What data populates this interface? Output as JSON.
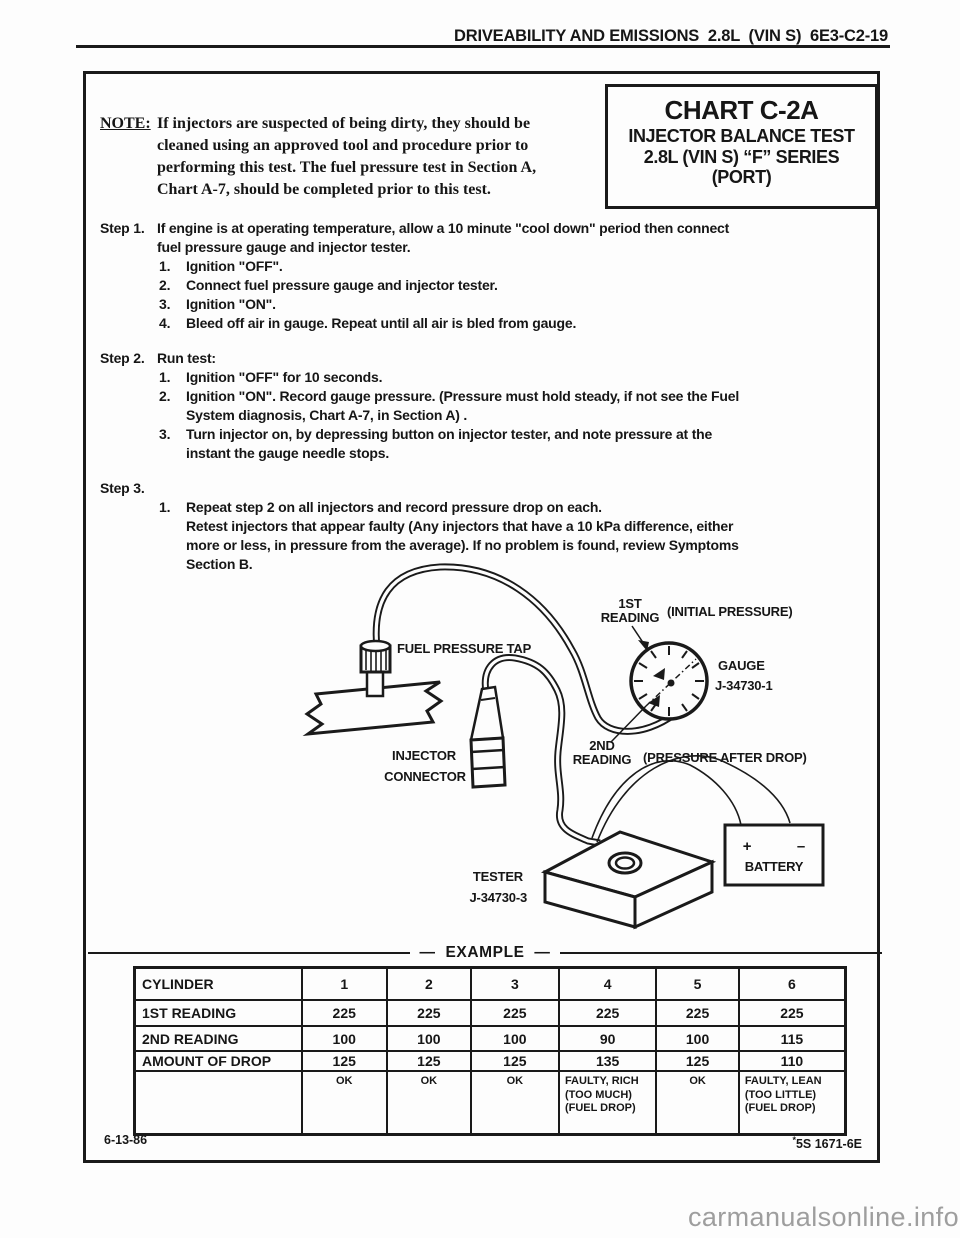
{
  "page": {
    "header_title": "DRIVEABILITY AND EMISSIONS  2.8L  (VIN S)  6E3-C2-19",
    "watermark": "carmanualsonline.info"
  },
  "chart_box": {
    "title": "CHART C-2A",
    "subtitle_line1": "INJECTOR BALANCE TEST",
    "subtitle_line2": "2.8L  (VIN S)  “F”  SERIES",
    "subtitle_line3": "(PORT)"
  },
  "note": {
    "label": "NOTE:",
    "text": "If injectors are suspected of being dirty, they should be\ncleaned using an approved tool and procedure prior to\nperforming this test.  The fuel pressure test in Section A,\nChart A-7,  should be completed prior to this test."
  },
  "steps": [
    {
      "label": "Step 1.",
      "intro": "If engine is at operating temperature, allow a 10 minute \"cool down\" period then connect\nfuel pressure gauge and injector tester.",
      "items": [
        {
          "num": "1.",
          "text": "Ignition \"OFF\"."
        },
        {
          "num": "2.",
          "text": "Connect fuel pressure gauge and injector  tester."
        },
        {
          "num": "3.",
          "text": "Ignition \"ON\"."
        },
        {
          "num": "4.",
          "text": "Bleed off air in gauge.  Repeat until all air is bled from gauge."
        }
      ]
    },
    {
      "label": "Step 2.",
      "intro": "Run test:",
      "items": [
        {
          "num": "1.",
          "text": "Ignition \"OFF\" for 10 seconds."
        },
        {
          "num": "2.",
          "text": "Ignition \"ON\".  Record gauge pressure.  (Pressure must hold steady, if not see the Fuel\nSystem diagnosis, Chart A-7, in Section A) ."
        },
        {
          "num": "3.",
          "text": "Turn  injector on,  by depressing button on injector tester, and note pressure at the\ninstant the gauge needle stops."
        }
      ]
    },
    {
      "label": "Step 3.",
      "intro": "",
      "items": [
        {
          "num": "1.",
          "text": "Repeat step 2 on all injectors and record pressure drop on each.\nRetest injectors that appear faulty (Any injectors that have a 10 kPa difference, either\nmore or less, in pressure from the average).  If no problem is found, review Symptoms\nSection B."
        }
      ]
    }
  ],
  "diagram": {
    "labels": {
      "fuel_pressure_tap": "FUEL PRESSURE TAP",
      "first_reading_line1": "1ST",
      "first_reading_line2": "READING",
      "initial_pressure": "(INITIAL PRESSURE)",
      "gauge": "GAUGE",
      "gauge_part": "J-34730-1",
      "second_reading_line1": "2ND",
      "second_reading_line2": "READING",
      "pressure_after_drop": "(PRESSURE AFTER DROP)",
      "injector": "INJECTOR",
      "connector": "CONNECTOR",
      "tester": "TESTER",
      "tester_part": "J-34730-3",
      "battery_plus": "+",
      "battery_minus": "–",
      "battery": "BATTERY"
    }
  },
  "example": {
    "divider_label": "—  EXAMPLE  —"
  },
  "example_table": {
    "rows": [
      {
        "cells": [
          "CYLINDER",
          "1",
          "2",
          "3",
          "4",
          "5",
          "6"
        ]
      },
      {
        "cells": [
          "1ST READING",
          "225",
          "225",
          "225",
          "225",
          "225",
          "225"
        ]
      },
      {
        "cells": [
          "2ND READING",
          "100",
          "100",
          "100",
          "90",
          "100",
          "115"
        ]
      },
      {
        "cells": [
          "AMOUNT  OF DROP",
          "125",
          "125",
          "125",
          "135",
          "125",
          "110"
        ]
      },
      {
        "cells": [
          "",
          "OK",
          "OK",
          "OK",
          "FAULTY, RICH\n(TOO MUCH)\n(FUEL DROP)",
          "OK",
          "FAULTY, LEAN\n(TOO LITTLE)\n(FUEL DROP)"
        ]
      }
    ]
  },
  "footer": {
    "date": "6-13-86",
    "doc_star": "*",
    "doc_number": "5S 1671-6E"
  }
}
